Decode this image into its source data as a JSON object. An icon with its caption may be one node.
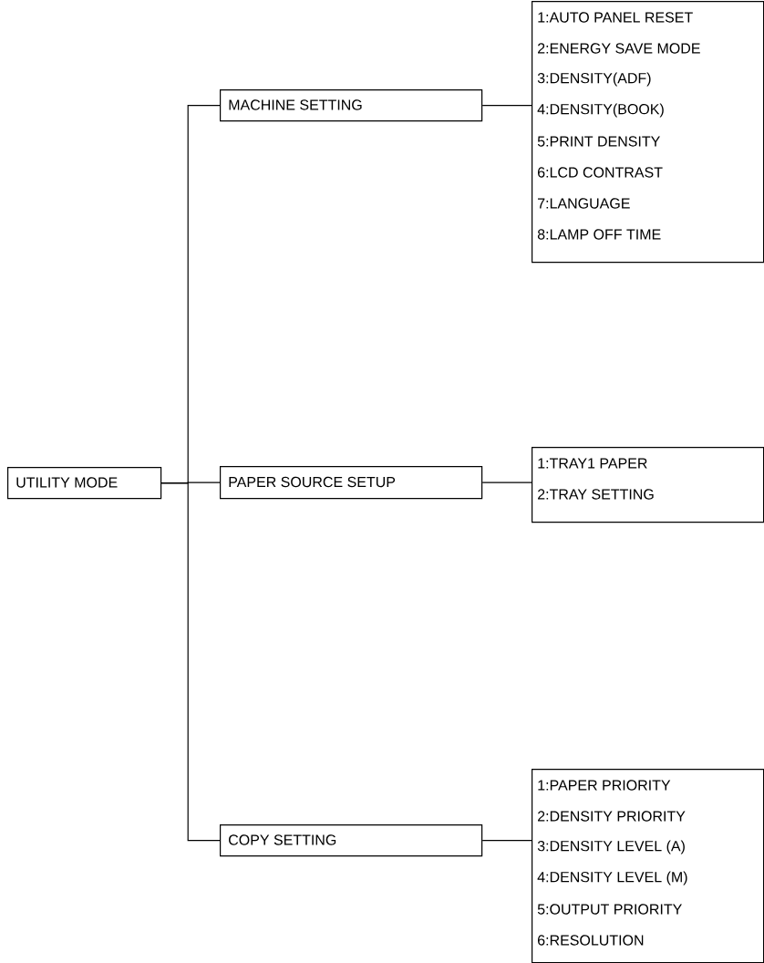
{
  "diagram": {
    "nodes": [
      {
        "text": [
          "UTILITY MODE"
        ]
      },
      {
        "text": [
          "MACHINE SETTING"
        ]
      },
      {
        "text": [
          "PAPER SOURCE SETUP"
        ]
      },
      {
        "text": [
          "COPY SETTING"
        ]
      },
      {
        "text": [
          "1:AUTO PANEL RESET",
          "2:ENERGY SAVE MODE",
          "3:DENSITY(ADF)",
          "4:DENSITY(BOOK)",
          "5:PRINT DENSITY",
          "6:LCD CONTRAST",
          "7:LANGUAGE",
          "8:LAMP OFF TIME"
        ]
      },
      {
        "text": [
          "1:TRAY1 PAPER",
          "2:TRAY SETTING"
        ]
      },
      {
        "text": [
          "1:PAPER PRIORITY",
          "2:DENSITY PRIORITY",
          "3:DENSITY LEVEL (A)",
          "4:DENSITY LEVEL (M)",
          "5:OUTPUT PRIORITY",
          "6:RESOLUTION"
        ]
      }
    ],
    "edges": [
      {
        "from": 0,
        "to": 1,
        "arrow": "none"
      },
      {
        "from": 0,
        "to": 2,
        "arrow": "none"
      },
      {
        "from": 0,
        "to": 3,
        "arrow": "none"
      },
      {
        "from": 1,
        "to": 4,
        "arrow": "none"
      },
      {
        "from": 2,
        "to": 5,
        "arrow": "none"
      },
      {
        "from": 3,
        "to": 6,
        "arrow": "none"
      }
    ]
  }
}
